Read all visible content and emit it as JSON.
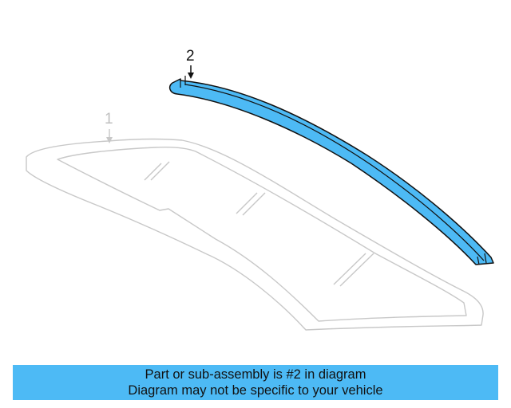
{
  "diagram": {
    "callouts": [
      {
        "number": "1",
        "part": "windshield-glass",
        "highlighted": false
      },
      {
        "number": "2",
        "part": "windshield-upper-molding",
        "highlighted": true
      }
    ],
    "colors": {
      "highlight_fill": "#4dbaf5",
      "outline_dark": "#111111",
      "outline_faded": "#c8c8c8"
    }
  },
  "banner": {
    "line1": "Part or sub-assembly is #2 in diagram",
    "line2": "Diagram may not be specific to your vehicle",
    "background": "#4dbaf5"
  }
}
